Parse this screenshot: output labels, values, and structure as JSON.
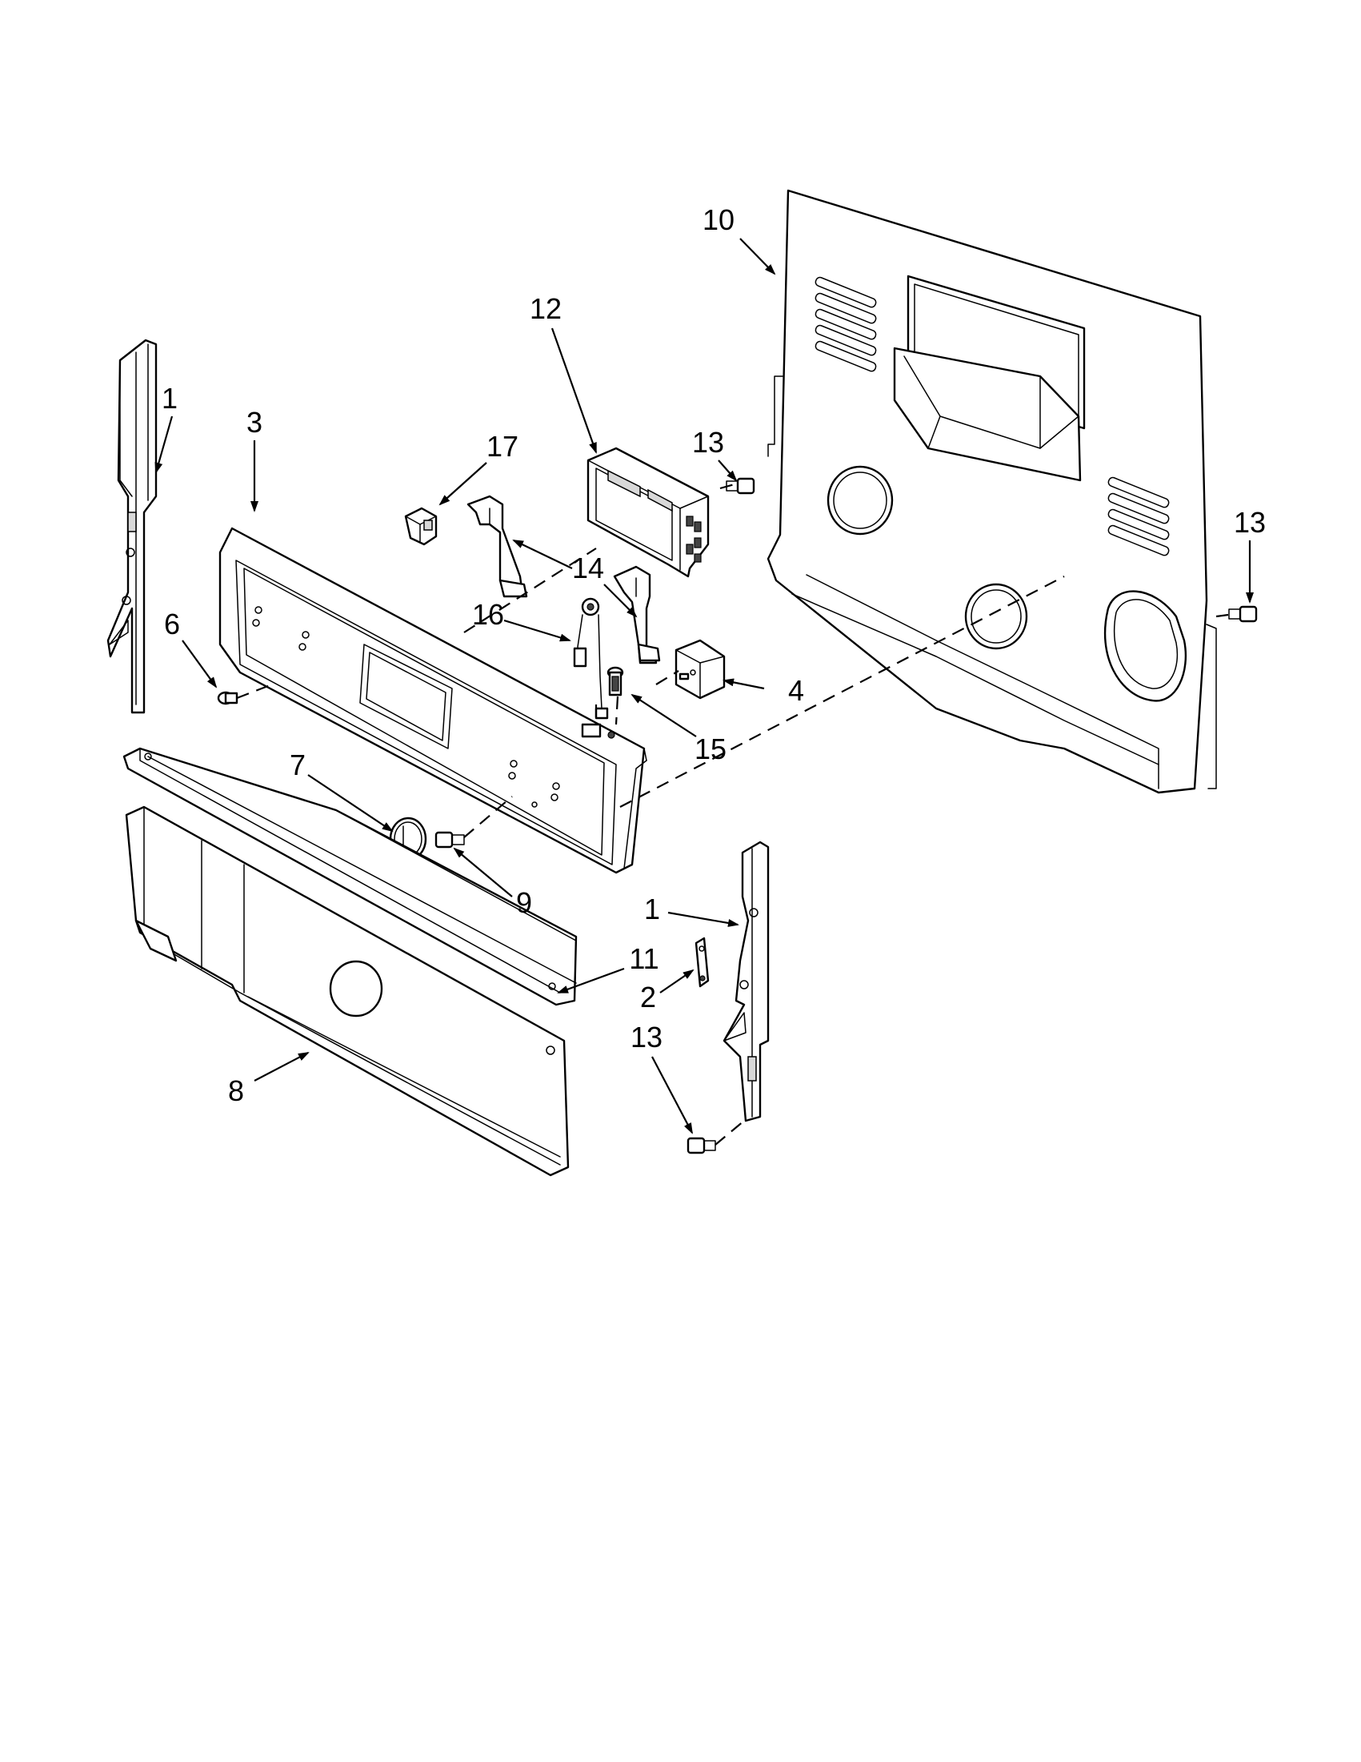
{
  "diagram": {
    "type": "exploded-parts-view",
    "callouts": [
      {
        "id": "c1a",
        "label": "1"
      },
      {
        "id": "c3",
        "label": "3"
      },
      {
        "id": "c6",
        "label": "6"
      },
      {
        "id": "c17",
        "label": "17"
      },
      {
        "id": "c12",
        "label": "12"
      },
      {
        "id": "c13a",
        "label": "13"
      },
      {
        "id": "c10",
        "label": "10"
      },
      {
        "id": "c13b",
        "label": "13"
      },
      {
        "id": "c14",
        "label": "14"
      },
      {
        "id": "c16",
        "label": "16"
      },
      {
        "id": "c4",
        "label": "4"
      },
      {
        "id": "c15",
        "label": "15"
      },
      {
        "id": "c7",
        "label": "7"
      },
      {
        "id": "c9",
        "label": "9"
      },
      {
        "id": "c1b",
        "label": "1"
      },
      {
        "id": "c11",
        "label": "11"
      },
      {
        "id": "c2",
        "label": "2"
      },
      {
        "id": "c13c",
        "label": "13"
      },
      {
        "id": "c8",
        "label": "8"
      }
    ]
  }
}
